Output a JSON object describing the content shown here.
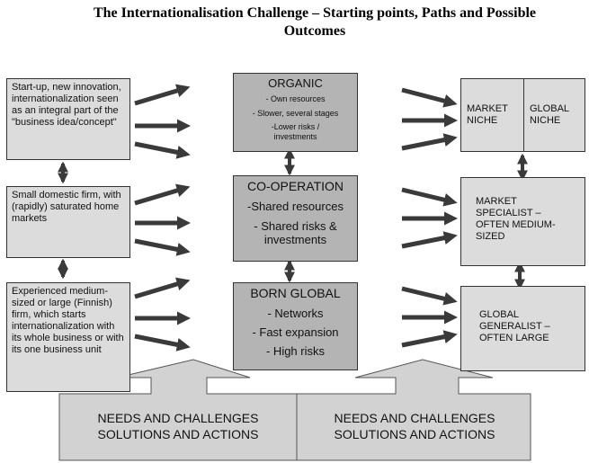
{
  "title": {
    "line1": "The Internationalisation Challenge – Starting points, Paths and Possible",
    "line2": "Outcomes"
  },
  "starting_points": [
    {
      "text": "Start-up, new innovation, internationalization seen as an integral part of the \"business idea/concept\""
    },
    {
      "text": "Small domestic firm, with (rapidly) saturated home markets"
    },
    {
      "text": "Experienced medium-sized or large (Finnish) firm, which starts internationalization with its whole business or with its one business unit"
    }
  ],
  "paths": [
    {
      "heading": "ORGANIC",
      "lines": [
        "- Own resources",
        "- Slower, several stages",
        "-Lower risks / investments"
      ]
    },
    {
      "heading": "CO-OPERATION",
      "lines": [
        "-Shared resources",
        "- Shared risks & investments"
      ]
    },
    {
      "heading": "BORN GLOBAL",
      "lines": [
        "- Networks",
        "- Fast expansion",
        "- High risks"
      ]
    }
  ],
  "outcomes": {
    "niche": {
      "left": "MARKET NICHE",
      "right": "GLOBAL NICHE"
    },
    "specialist": "MARKET SPECIALIST – OFTEN MEDIUM-SIZED",
    "generalist": "GLOBAL GENERALIST – OFTEN LARGE"
  },
  "bottom": {
    "left": {
      "line1": "NEEDS AND CHALLENGES",
      "line2": "SOLUTIONS AND ACTIONS"
    },
    "right": {
      "line1": "NEEDS AND CHALLENGES",
      "line2": "SOLUTIONS AND ACTIONS"
    }
  },
  "colors": {
    "light_box": "#dcdcdc",
    "dark_box": "#b4b4b4",
    "arrow": "#3a3a3a",
    "bottom_band": "#d2d2d2"
  }
}
